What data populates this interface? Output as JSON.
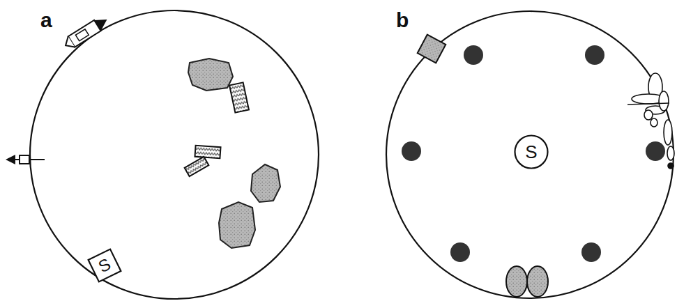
{
  "diagram": {
    "nodes": [
      {
        "text": [
          "S"
        ]
      },
      {
        "text": [
          "S"
        ]
      }
    ],
    "labels": [
      "a",
      "b"
    ]
  }
}
